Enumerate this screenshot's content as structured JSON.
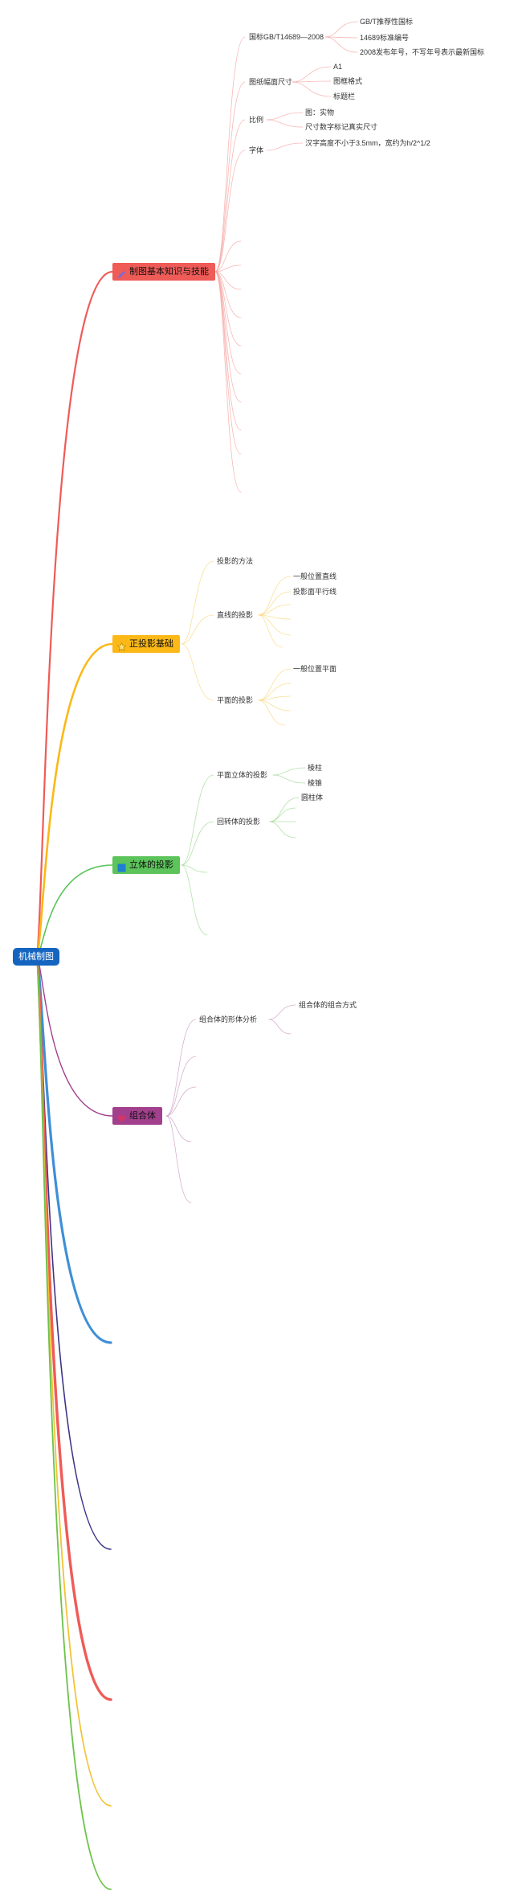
{
  "root": {
    "label": "机械制图"
  },
  "branches": [
    {
      "label": "制图基本知识与技能",
      "icon": "pencil-icon",
      "color": "#ef5b57",
      "children": [
        {
          "label": "国标GB/T14689—2008",
          "children": [
            "GB/T推荐性国标",
            "14689标准编号",
            "2008发布年号，不写年号表示最新国标"
          ]
        },
        {
          "label": "图纸幅面尺寸",
          "children": [
            "A1",
            "图框格式",
            "标题栏"
          ]
        },
        {
          "label": "比例",
          "children": [
            "图：实物",
            "尺寸数字标记真实尺寸"
          ]
        },
        {
          "label": "字体",
          "children": [
            "汉字高度不小于3.5mm，宽约为h/2^1/2"
          ]
        }
      ]
    },
    {
      "label": "正投影基础",
      "icon": "star-icon",
      "color": "#fbb817",
      "children": [
        {
          "label": "投影的方法",
          "children": []
        },
        {
          "label": "直线的投影",
          "children": [
            "一般位置直线",
            "投影面平行线"
          ]
        },
        {
          "label": "平面的投影",
          "children": [
            "一般位置平面"
          ]
        }
      ]
    },
    {
      "label": "立体的投影",
      "icon": "square-icon",
      "color": "#5cc45a",
      "children": [
        {
          "label": "平面立体的投影",
          "children": [
            "棱柱",
            "棱锥"
          ]
        },
        {
          "label": "回转体的投影",
          "children": [
            "圆柱体"
          ]
        }
      ]
    },
    {
      "label": "组合体",
      "icon": "heart-icon",
      "color": "#a2408d",
      "children": [
        {
          "label": "组合体的形体分析",
          "children": [
            "组合体的组合方式"
          ]
        }
      ]
    }
  ],
  "extra_branch_colors": [
    "#3f8fd6",
    "#3b3486",
    "#ef5b57",
    "#f2c335",
    "#6cc24a"
  ]
}
